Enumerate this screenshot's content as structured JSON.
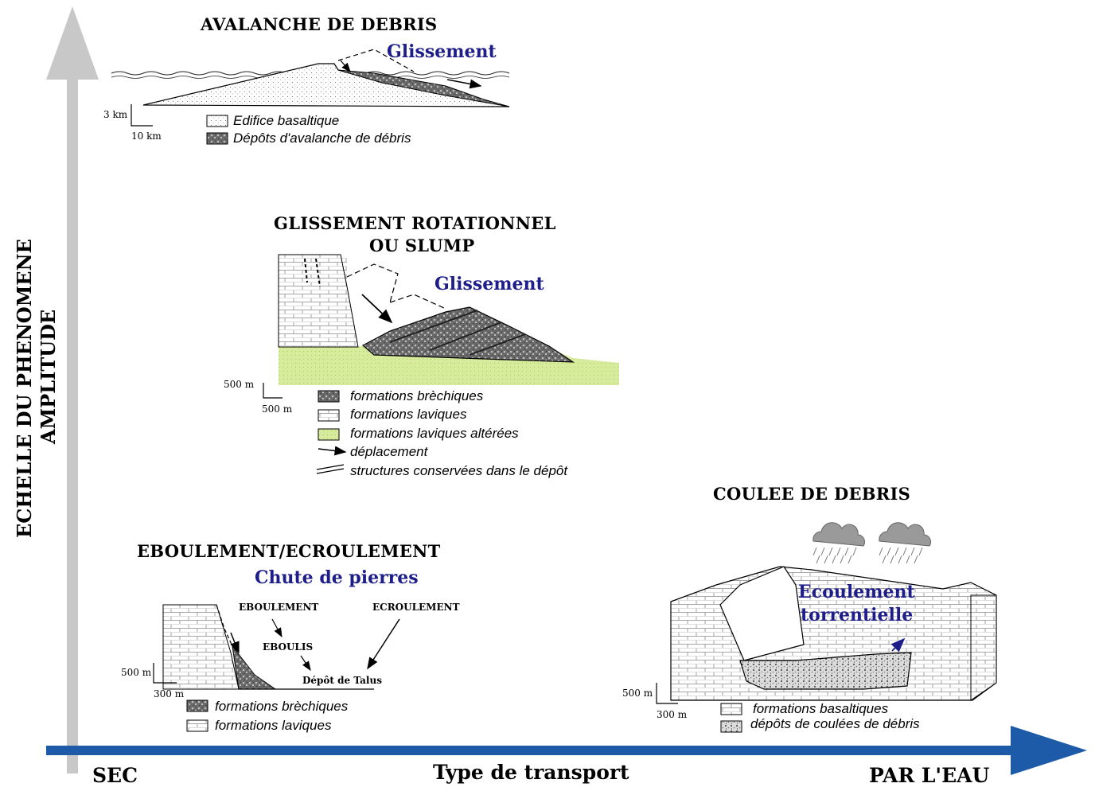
{
  "colors": {
    "vertical_arrow": "#c8c8c8",
    "horizontal_arrow": "#1d5ba8",
    "subtitle": "#1e1e8a",
    "altered_lava": "#d6ec9c",
    "breccia": "#555555"
  },
  "axes": {
    "y_label_1": "ECHELLE DU PHENOMENE",
    "y_label_2": "AMPLITUDE",
    "x_label": "Type de transport",
    "x_left": "SEC",
    "x_right": "PAR L'EAU"
  },
  "avalanche": {
    "title": "AVALANCHE DE DEBRIS",
    "subtitle": "Glissement",
    "scale_v": "3 km",
    "scale_h": "10 km",
    "legend": [
      "Edifice basaltique",
      "Dépôts d'avalanche de débris"
    ]
  },
  "slump": {
    "title_1": "GLISSEMENT ROTATIONNEL",
    "title_2": "OU SLUMP",
    "subtitle": "Glissement",
    "scale_v": "500 m",
    "scale_h": "500 m",
    "legend": [
      "formations brèchiques",
      "formations laviques",
      "formations laviques altérées",
      "déplacement",
      "structures conservées dans le dépôt"
    ]
  },
  "eboulement": {
    "title": "EBOULEMENT/ECROULEMENT",
    "subtitle": "Chute de pierres",
    "label_eboulement": "EBOULEMENT",
    "label_ecroulement": "ECROULEMENT",
    "label_eboulis": "EBOULIS",
    "label_talus": "Dépôt de Talus",
    "scale_v": "500 m",
    "scale_h": "300 m",
    "legend": [
      "formations brèchiques",
      "formations laviques"
    ]
  },
  "coulee": {
    "title": "COULEE DE DEBRIS",
    "subtitle_1": "Ecoulement",
    "subtitle_2": "torrentielle",
    "scale_v": "500 m",
    "scale_h": "300 m",
    "legend": [
      "formations basaltiques",
      "dépôts de coulées de débris"
    ]
  }
}
